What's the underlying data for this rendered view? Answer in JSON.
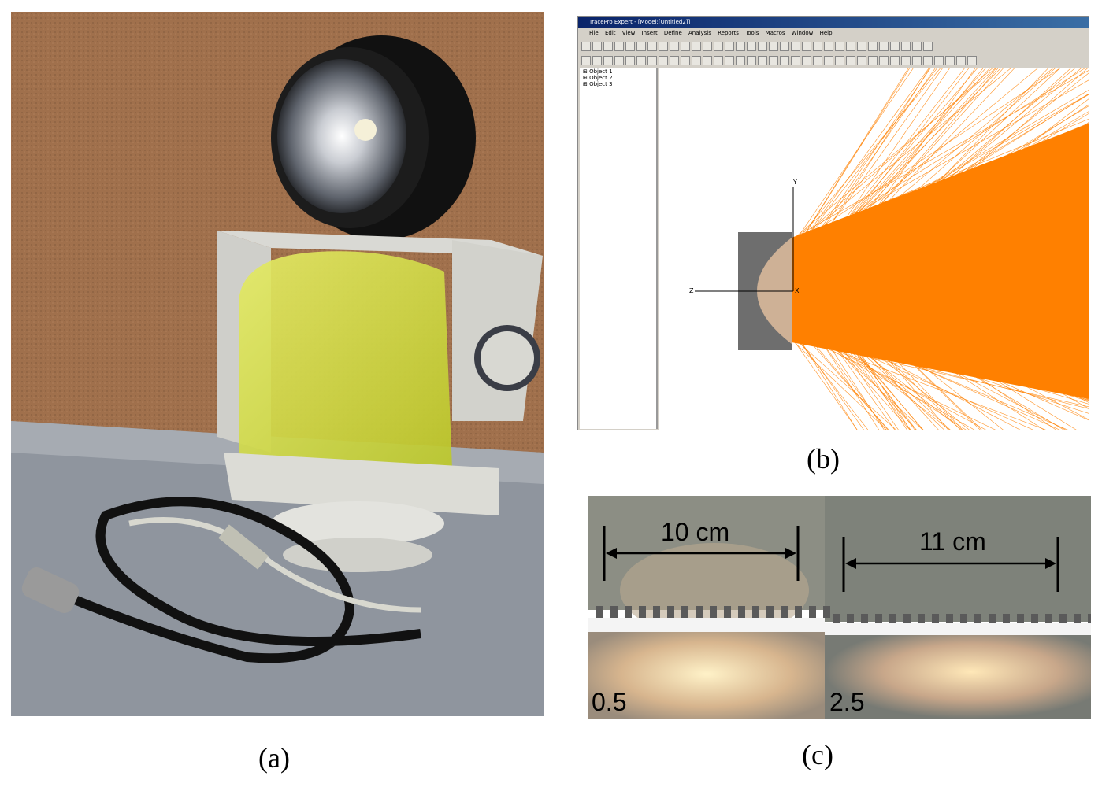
{
  "captions": {
    "a": "(a)",
    "b": "(b)",
    "c": "(c)"
  },
  "panel_b": {
    "window_title": "TracePro Expert - [Model:[Untitled2]]",
    "menu": [
      "File",
      "Edit",
      "View",
      "Insert",
      "Define",
      "Analysis",
      "Reports",
      "Tools",
      "Macros",
      "Window",
      "Help"
    ],
    "tree_items": [
      "Object 1",
      "Object 2",
      "Object 3"
    ],
    "axis_y": "Y",
    "axis_z": "Z",
    "axis_x": "X",
    "ray_color": "#ff8000"
  },
  "panel_c": {
    "left_measure": "10 cm",
    "right_measure": "11 cm",
    "left_label": "0.5",
    "right_label": "2.5"
  }
}
